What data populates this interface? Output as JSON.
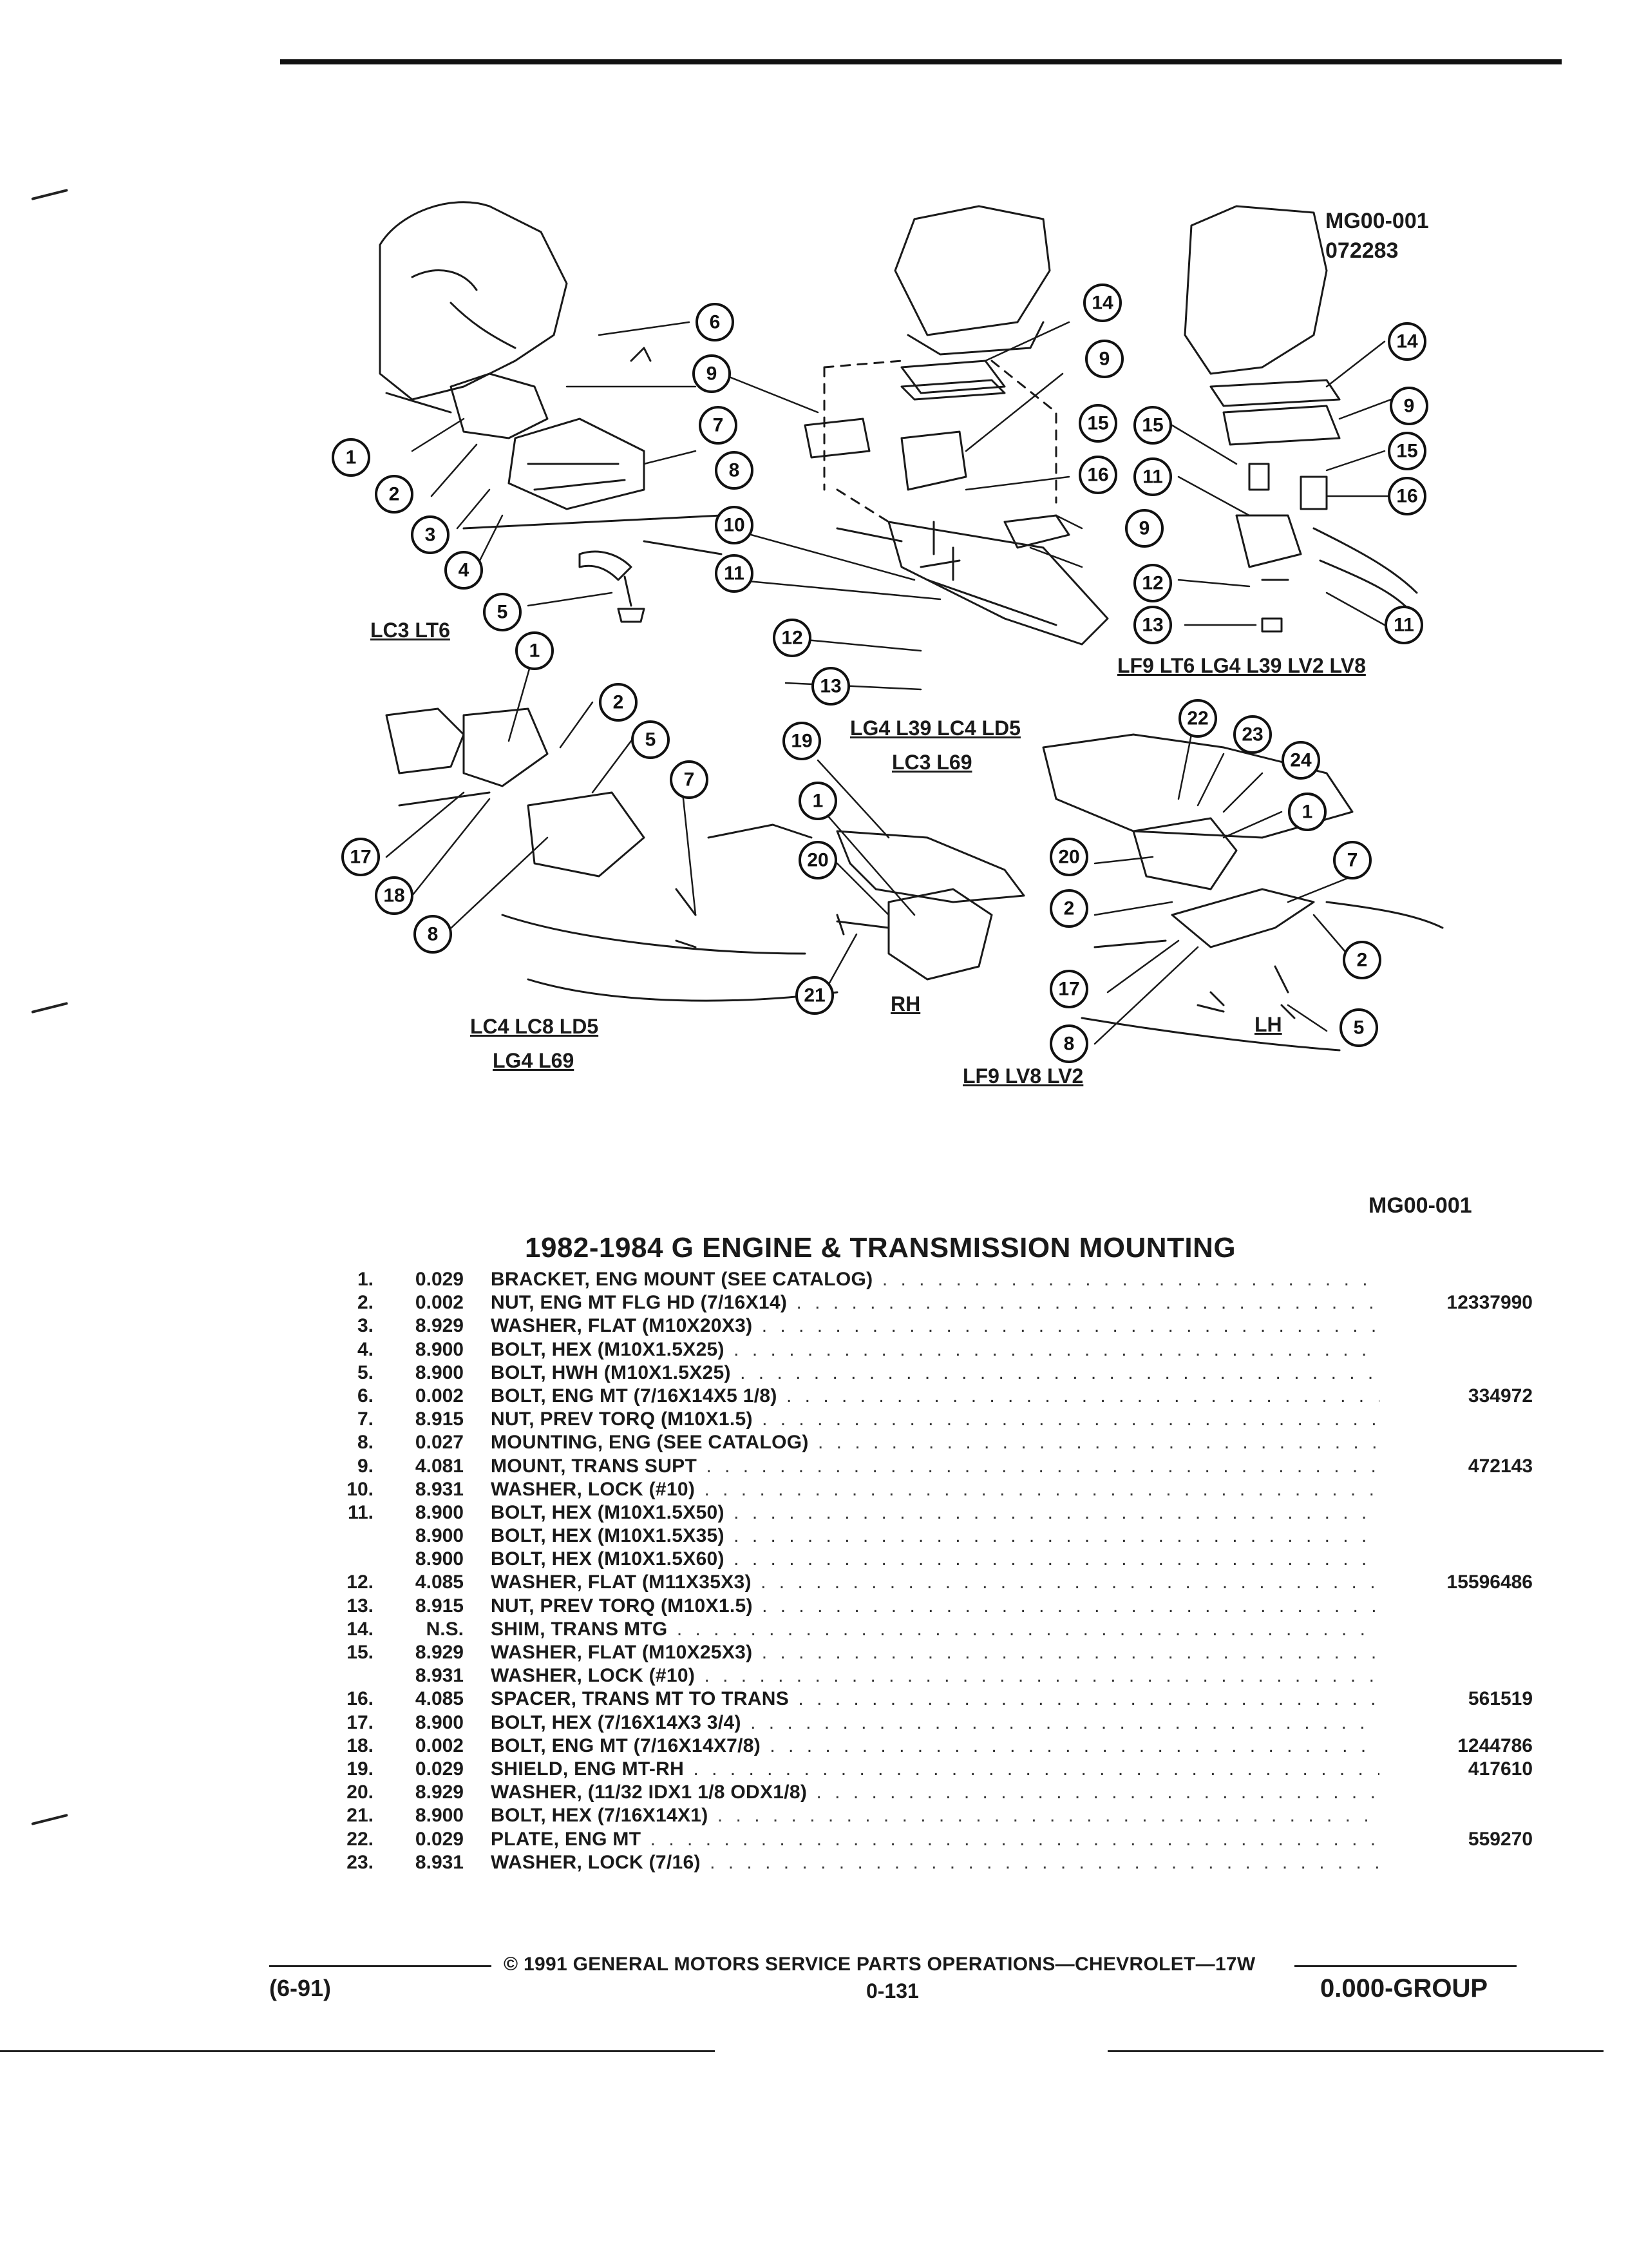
{
  "header": {
    "diagram_code": "MG00-001",
    "diagram_date": "072283"
  },
  "callouts": {
    "c1": "1",
    "c2": "2",
    "c3": "3",
    "c4": "4",
    "c5": "5",
    "c6": "6",
    "c7": "7",
    "c8": "8",
    "c9": "9",
    "c10": "10",
    "c11": "11",
    "c12": "12",
    "c13": "13",
    "c14": "14",
    "c15": "15",
    "c16": "16",
    "c17": "17",
    "c18": "18",
    "c19": "19",
    "c20": "20",
    "c21": "21",
    "c22": "22",
    "c23": "23",
    "c24": "24"
  },
  "engine_labels": {
    "tl": "LC3 LT6",
    "tc1": "LG4 L39 LC4 LD5",
    "tc2": "LC3  L69",
    "tr": "LF9  LT6  LG4  L39  LV2  LV8",
    "bl1": "LC4  LC8  LD5",
    "bl2": "LG4  L69",
    "rh": "RH",
    "lh": "LH",
    "br": "LF9  LV8  LV2"
  },
  "section": {
    "code": "MG00-001",
    "title": "1982-1984 G ENGINE & TRANSMISSION MOUNTING"
  },
  "parts": [
    {
      "no": "1.",
      "grp": "0.029",
      "name": "BRACKET",
      "desc": ", ENG MOUNT (SEE CATALOG)",
      "pn": ""
    },
    {
      "no": "2.",
      "grp": "0.002",
      "name": "NUT",
      "desc": ", ENG MT FLG HD (7/16X14)",
      "pn": "12337990"
    },
    {
      "no": "3.",
      "grp": "8.929",
      "name": "WASHER",
      "desc": ", FLAT (M10X20X3)",
      "pn": ""
    },
    {
      "no": "4.",
      "grp": "8.900",
      "name": "BOLT",
      "desc": ", HEX (M10X1.5X25)",
      "pn": ""
    },
    {
      "no": "5.",
      "grp": "8.900",
      "name": "BOLT",
      "desc": ", HWH (M10X1.5X25)",
      "pn": ""
    },
    {
      "no": "6.",
      "grp": "0.002",
      "name": "BOLT",
      "desc": ", ENG MT (7/16X14X5 1/8)",
      "pn": "334972"
    },
    {
      "no": "7.",
      "grp": "8.915",
      "name": "NUT",
      "desc": ", PREV TORQ (M10X1.5)",
      "pn": ""
    },
    {
      "no": "8.",
      "grp": "0.027",
      "name": "MOUNTING",
      "desc": ", ENG (SEE CATALOG)",
      "pn": ""
    },
    {
      "no": "9.",
      "grp": "4.081",
      "name": "MOUNT",
      "desc": ", TRANS SUPT",
      "pn": "472143"
    },
    {
      "no": "10.",
      "grp": "8.931",
      "name": "WASHER",
      "desc": ", LOCK (#10)",
      "pn": ""
    },
    {
      "no": "11.",
      "grp": "8.900",
      "name": "BOLT",
      "desc": ", HEX (M10X1.5X50)",
      "pn": ""
    },
    {
      "no": "",
      "grp": "8.900",
      "name": "BOLT",
      "desc": ", HEX (M10X1.5X35)",
      "pn": ""
    },
    {
      "no": "",
      "grp": "8.900",
      "name": "BOLT",
      "desc": ", HEX (M10X1.5X60)",
      "pn": ""
    },
    {
      "no": "12.",
      "grp": "4.085",
      "name": "WASHER",
      "desc": ", FLAT (M11X35X3)",
      "pn": "15596486"
    },
    {
      "no": "13.",
      "grp": "8.915",
      "name": "NUT",
      "desc": ", PREV TORQ (M10X1.5)",
      "pn": ""
    },
    {
      "no": "14.",
      "grp": "N.S.",
      "name": "SHIM",
      "desc": ", TRANS MTG",
      "pn": ""
    },
    {
      "no": "15.",
      "grp": "8.929",
      "name": "WASHER",
      "desc": ", FLAT (M10X25X3)",
      "pn": ""
    },
    {
      "no": "",
      "grp": "8.931",
      "name": "WASHER",
      "desc": ", LOCK (#10)",
      "pn": ""
    },
    {
      "no": "16.",
      "grp": "4.085",
      "name": "SPACER",
      "desc": ", TRANS MT TO TRANS",
      "pn": "561519"
    },
    {
      "no": "17.",
      "grp": "8.900",
      "name": "BOLT",
      "desc": ", HEX (7/16X14X3 3/4)",
      "pn": ""
    },
    {
      "no": "18.",
      "grp": "0.002",
      "name": "BOLT",
      "desc": ", ENG MT (7/16X14X7/8)",
      "pn": "1244786"
    },
    {
      "no": "19.",
      "grp": "0.029",
      "name": "SHIELD",
      "desc": ", ENG MT-RH",
      "pn": "417610"
    },
    {
      "no": "20.",
      "grp": "8.929",
      "name": "WASHER",
      "desc": ", (11/32 IDX1 1/8 ODX1/8)",
      "pn": ""
    },
    {
      "no": "21.",
      "grp": "8.900",
      "name": "BOLT",
      "desc": ", HEX (7/16X14X1)",
      "pn": ""
    },
    {
      "no": "22.",
      "grp": "0.029",
      "name": "PLATE",
      "desc": ", ENG MT",
      "pn": "559270"
    },
    {
      "no": "23.",
      "grp": "8.931",
      "name": "WASHER",
      "desc": ", LOCK (7/16)",
      "pn": ""
    }
  ],
  "footer": {
    "copyright": "©  1991  GENERAL MOTORS SERVICE PARTS OPERATIONS—CHEVROLET—17W",
    "date": "(6-91)",
    "page": "0-131",
    "group": "0.000-GROUP"
  }
}
